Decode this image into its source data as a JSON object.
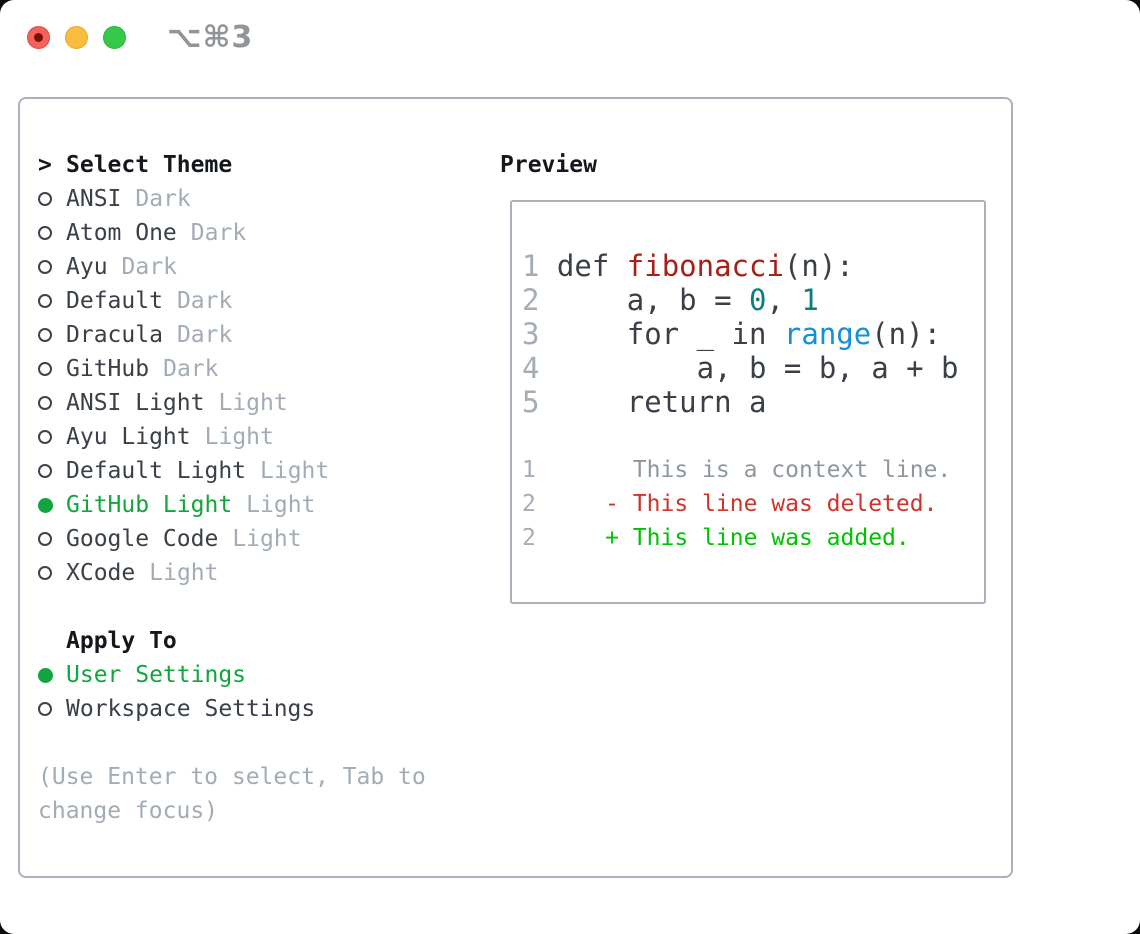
{
  "window": {
    "shortcut": "⌥⌘3"
  },
  "theme_picker": {
    "prompt": ">",
    "title": "Select Theme",
    "items": [
      {
        "name": "ANSI",
        "tag": "Dark",
        "selected": false
      },
      {
        "name": "Atom One",
        "tag": "Dark",
        "selected": false
      },
      {
        "name": "Ayu",
        "tag": "Dark",
        "selected": false
      },
      {
        "name": "Default",
        "tag": "Dark",
        "selected": false
      },
      {
        "name": "Dracula",
        "tag": "Dark",
        "selected": false
      },
      {
        "name": "GitHub",
        "tag": "Dark",
        "selected": false
      },
      {
        "name": "ANSI Light",
        "tag": "Light",
        "selected": false
      },
      {
        "name": "Ayu Light",
        "tag": "Light",
        "selected": false
      },
      {
        "name": "Default Light",
        "tag": "Light",
        "selected": false
      },
      {
        "name": "GitHub Light",
        "tag": "Light",
        "selected": true
      },
      {
        "name": "Google Code",
        "tag": "Light",
        "selected": false
      },
      {
        "name": "XCode",
        "tag": "Light",
        "selected": false
      }
    ],
    "apply_to": {
      "title": "Apply To",
      "options": [
        {
          "name": "User Settings",
          "selected": true
        },
        {
          "name": "Workspace Settings",
          "selected": false
        }
      ]
    },
    "help_lines": [
      "(Use Enter to select, Tab to",
      "change focus)"
    ]
  },
  "preview": {
    "title": "Preview",
    "code_lines": [
      {
        "num": "1",
        "segments": [
          {
            "text": " def ",
            "style": "code"
          },
          {
            "text": "fibonacci",
            "style": "fn"
          },
          {
            "text": "(n):",
            "style": "code"
          }
        ]
      },
      {
        "num": "2",
        "segments": [
          {
            "text": "     a, b = ",
            "style": "code"
          },
          {
            "text": "0",
            "style": "lit"
          },
          {
            "text": ", ",
            "style": "code"
          },
          {
            "text": "1",
            "style": "lit"
          }
        ]
      },
      {
        "num": "3",
        "segments": [
          {
            "text": "     for _ in ",
            "style": "code"
          },
          {
            "text": "range",
            "style": "call"
          },
          {
            "text": "(n):",
            "style": "code"
          }
        ]
      },
      {
        "num": "4",
        "segments": [
          {
            "text": "         a, b = b, a + b",
            "style": "code"
          }
        ]
      },
      {
        "num": "5",
        "segments": [
          {
            "text": "     return a",
            "style": "code"
          }
        ]
      }
    ],
    "diff_lines": [
      {
        "num": "1",
        "style": "ctx",
        "text": "       This is a context line."
      },
      {
        "num": "2",
        "style": "del",
        "text": "     - This line was deleted."
      },
      {
        "num": "2",
        "style": "add",
        "text": "     + This line was added."
      }
    ]
  },
  "colors": {
    "accent_green": "#12a43e",
    "diff_added": "#00c200",
    "diff_deleted": "#cd342b",
    "diff_context": "#8f979e",
    "syntax_function": "#a81f17",
    "syntax_call": "#1690d4",
    "syntax_literal": "#0e7d82",
    "line_number": "#a4adb6",
    "text_dark": "#3a4047",
    "text_muted": "#a2acb6",
    "border": "#a9b1bc",
    "traffic_red": "#f4635b",
    "traffic_yellow": "#f8bd3d",
    "traffic_green": "#36c84b"
  }
}
